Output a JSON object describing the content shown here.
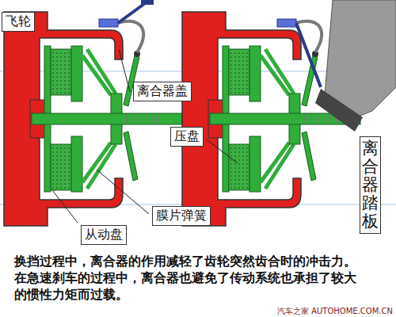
{
  "diagram": {
    "caption": "换挡过程中，离合器的作用减轻了齿轮突然齿合时的冲击力。 在急速刹车的过程中，离合器也避免了传动系统也承担了较大 的惯性力矩而过载。",
    "labels": [
      "飞轮",
      "离合器盖",
      "压盘",
      "离合器踏板",
      "膜片弹簧",
      "从动盘",
      "汽车之家 AUTOHOME.COM.CN"
    ]
  }
}
